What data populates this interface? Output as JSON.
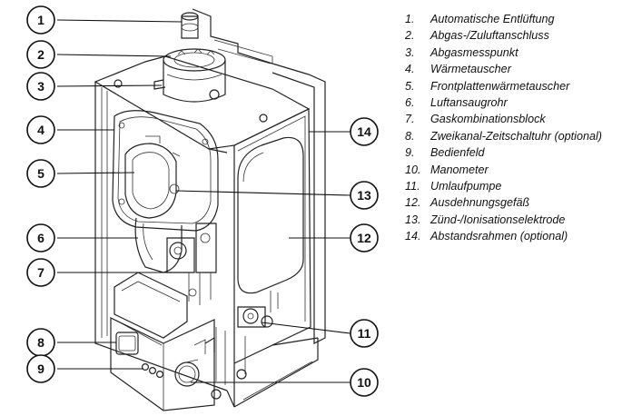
{
  "callouts": [
    {
      "num": "1"
    },
    {
      "num": "2"
    },
    {
      "num": "3"
    },
    {
      "num": "4"
    },
    {
      "num": "5"
    },
    {
      "num": "6"
    },
    {
      "num": "7"
    },
    {
      "num": "8"
    },
    {
      "num": "9"
    },
    {
      "num": "10"
    },
    {
      "num": "11"
    },
    {
      "num": "12"
    },
    {
      "num": "13"
    },
    {
      "num": "14"
    }
  ],
  "legend": [
    {
      "num": "1.",
      "label": "Automatische Entlüftung"
    },
    {
      "num": "2.",
      "label": "Abgas-/Zuluftanschluss"
    },
    {
      "num": "3.",
      "label": "Abgasmesspunkt"
    },
    {
      "num": "4.",
      "label": "Wärmetauscher"
    },
    {
      "num": "5.",
      "label": "Frontplattenwärmetauscher"
    },
    {
      "num": "6.",
      "label": "Luftansaugrohr"
    },
    {
      "num": "7.",
      "label": "Gaskombinationsblock"
    },
    {
      "num": "8.",
      "label": "Zweikanal-Zeitschaltuhr (optional)"
    },
    {
      "num": "9.",
      "label": "Bedienfeld"
    },
    {
      "num": "10.",
      "label": "Manometer"
    },
    {
      "num": "11.",
      "label": "Umlaufpumpe"
    },
    {
      "num": "12.",
      "label": "Ausdehnungsgefäß"
    },
    {
      "num": "13.",
      "label": "Zünd-/Ionisationselektrode"
    },
    {
      "num": "14.",
      "label": "Abstandsrahmen (optional)"
    }
  ]
}
